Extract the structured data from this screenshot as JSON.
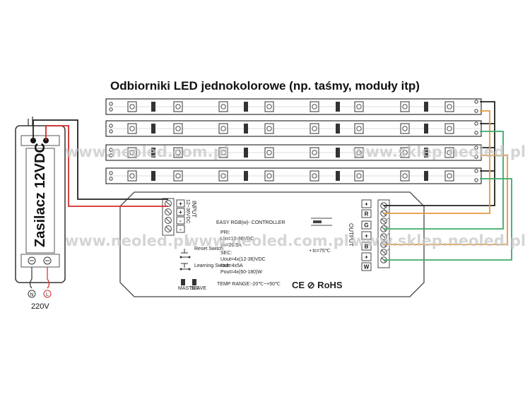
{
  "title": "Odbiorniki LED jednokolorowe (np. taśmy, moduły itp)",
  "watermarks": [
    "www.neoled.com.pl",
    "www.sklep.neoled.pl",
    "www.neoled.pl"
  ],
  "psu": {
    "label": "Zasilacz 12VDC",
    "mains_voltage": "220V",
    "terminal_l": "L",
    "terminal_n": "N"
  },
  "controller": {
    "name": "EASY RGB(w)- CONTROLLER",
    "input_label": "INPUT",
    "input_range": "12~36VDC",
    "input_terminals": [
      "+",
      "+",
      "-",
      "-"
    ],
    "output_label": "OUTPUT",
    "output_terminals": [
      "+",
      "R",
      "G",
      "+",
      "B",
      "+",
      "W"
    ],
    "spec_pri": "PRI:",
    "spec_uin": "Uin=12-36VDC",
    "spec_iin": "Iin=20.5A",
    "spec_sec": "SEC:",
    "spec_uout": "Uout=4x(12-36)VDC",
    "spec_iout": "Iout=4x5A",
    "spec_pout": "Pout=4x(60-180)W",
    "tc": "• tc=75℃",
    "reset_switch": "Reset Switch",
    "learning_switch": "Learning Switch",
    "temp_range": "TEMP RANGE:-20℃~+50℃",
    "marks": "CE ⊘ RoHS",
    "dip_labels": [
      "MASTER",
      "SLAVE"
    ]
  },
  "colors": {
    "wire_black": "#222222",
    "wire_red": "#d42a2a",
    "wire_orange": "#e49a3c",
    "wire_green": "#3daa6a",
    "wire_gray": "#9a9a9a"
  }
}
